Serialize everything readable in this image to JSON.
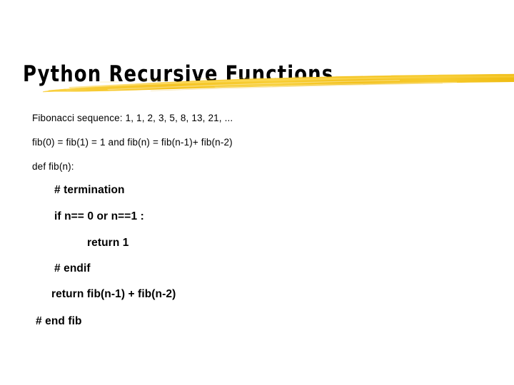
{
  "slide": {
    "title": "Python Recursive Functions",
    "background_color": "#ffffff",
    "text_color": "#000000",
    "accent_color": "#F5C629",
    "underline": {
      "name": "yellow-brush-stroke",
      "color_light": "#FBD95C",
      "color_mid": "#F5C424",
      "color_dark": "#E8B411"
    }
  },
  "body": {
    "lines": [
      {
        "id": "l1",
        "text": "Fibonacci sequence: 1, 1, 2, 3, 5, 8, 13, 21, ...",
        "style": "plain",
        "indent": 0
      },
      {
        "id": "l2",
        "text": "fib(0) = fib(1) = 1 and fib(n) = fib(n-1)+ fib(n-2)",
        "style": "plain",
        "indent": 0
      },
      {
        "id": "l3",
        "text": "def fib(n):",
        "style": "plain",
        "indent": 0
      },
      {
        "id": "l4",
        "text": "# termination",
        "style": "code",
        "indent": 1
      },
      {
        "id": "l5",
        "text": "if n== 0 or n==1 :",
        "style": "code",
        "indent": 1
      },
      {
        "id": "l6",
        "text": "return 1",
        "style": "code",
        "indent": 2
      },
      {
        "id": "l7",
        "text": "# endif",
        "style": "code",
        "indent": 1
      },
      {
        "id": "l8",
        "text": "return fib(n-1) + fib(n-2)",
        "style": "code",
        "indent": 1
      },
      {
        "id": "l9",
        "text": "# end fib",
        "style": "code",
        "indent": 0
      }
    ]
  }
}
